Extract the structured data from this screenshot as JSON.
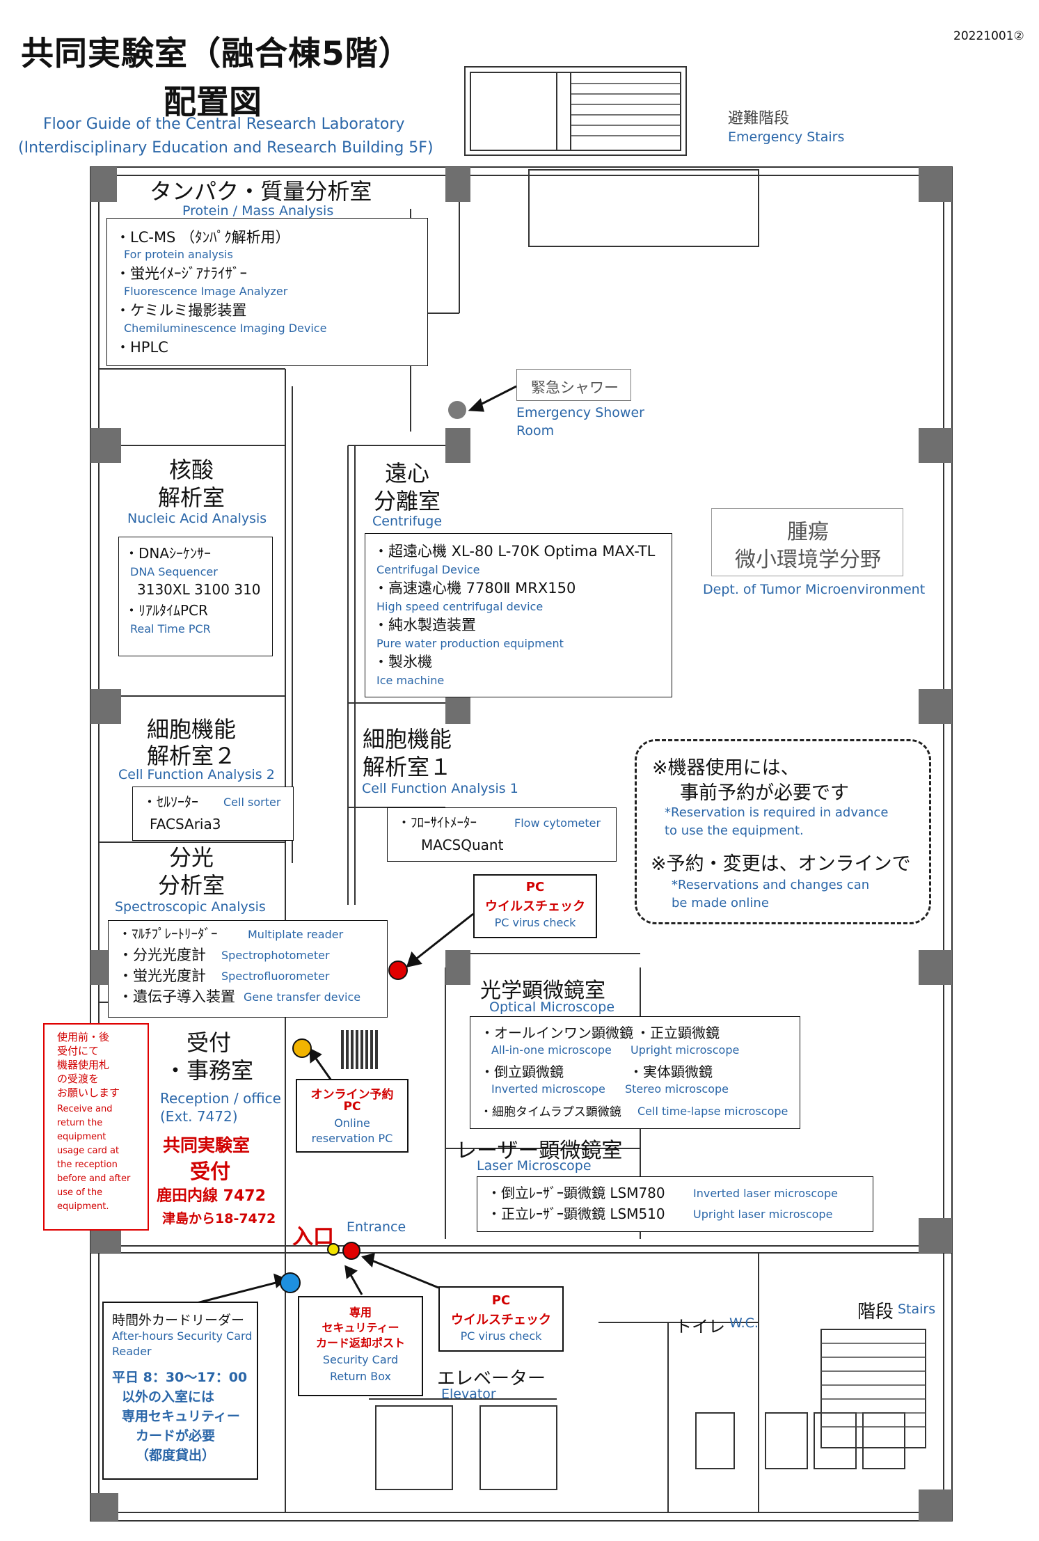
{
  "header": {
    "title_line1": "共同実験室（融合棟5階）",
    "title_line2": "配置図",
    "sub1": "Floor Guide of the Central Research Laboratory",
    "sub2": "(Interdisciplinary Education and Research Building 5F)",
    "doc_no": "20221001②"
  },
  "emergency_stairs": {
    "jp": "避難階段",
    "en": "Emergency Stairs"
  },
  "shower": {
    "jp": "緊急シャワー",
    "en1": "Emergency Shower",
    "en2": "Room"
  },
  "tumor": {
    "jp1": "腫瘍",
    "jp2": "微小環境学分野",
    "en": "Dept. of Tumor Microenvironment"
  },
  "protein": {
    "jp": "タンパク・質量分析室",
    "en": "Protein / Mass Analysis",
    "items": [
      {
        "jp": "・LC-MS （ﾀﾝﾊﾟｸ解析用）",
        "en": "For protein analysis"
      },
      {
        "jp": "・蛍光ｲﾒｰｼﾞｱﾅﾗｲｻﾞｰ",
        "en": "Fluorescence Image Analyzer"
      },
      {
        "jp": "・ケミルミ撮影装置",
        "en": "Chemiluminescence Imaging Device"
      },
      {
        "jp": "・HPLC",
        "en": ""
      }
    ]
  },
  "nucleic": {
    "jp1": "核酸",
    "jp2": "解析室",
    "en": "Nucleic Acid Analysis",
    "i1": "・DNAｼｰｹﾝｻｰ",
    "i1e": "DNA Sequencer",
    "i1m": "3130XL 3100 310",
    "i2": "・ﾘｱﾙﾀｲﾑPCR",
    "i2e": "Real Time PCR"
  },
  "centrifuge": {
    "jp1": "遠心",
    "jp2": "分離室",
    "en": "Centrifuge",
    "items": [
      {
        "jp": "・超遠心機 XL-80 L-70K Optima MAX-TL",
        "en": "Centrifugal Device"
      },
      {
        "jp": "・高速遠心機 7780Ⅱ MRX150",
        "en": "High speed centrifugal device"
      },
      {
        "jp": "・純水製造装置",
        "en": "Pure water production equipment"
      },
      {
        "jp": "・製氷機",
        "en": "Ice machine"
      }
    ]
  },
  "cell2": {
    "jp1": "細胞機能",
    "jp2": "解析室２",
    "en": "Cell Function Analysis 2",
    "i1": "・ｾﾙｿｰﾀｰ",
    "i1e": "Cell sorter",
    "i1m": "FACSAria3"
  },
  "cell1": {
    "jp1": "細胞機能",
    "jp2": "解析室１",
    "en": "Cell Function Analysis 1",
    "i1": "・ﾌﾛｰｻｲﾄﾒｰﾀｰ",
    "i1e": "Flow cytometer",
    "i1m": "MACSQuant"
  },
  "notice": {
    "l1": "※機器使用には、",
    "l2": "事前予約が必要です",
    "e1": "*Reservation is required in advance",
    "e2": "to use the equipment.",
    "l3": "※予約・変更は、オンラインで",
    "e3": "*Reservations and changes can",
    "e4": "be made online"
  },
  "spectro": {
    "jp1": "分光",
    "jp2": "分析室",
    "en": "Spectroscopic Analysis",
    "items": [
      {
        "jp": "・ﾏﾙﾁﾌﾟﾚｰﾄﾘｰﾀﾞｰ",
        "en": "Multiplate reader"
      },
      {
        "jp": "・分光光度計",
        "en": "Spectrophotometer"
      },
      {
        "jp": "・蛍光光度計",
        "en": "Spectrofluorometer"
      },
      {
        "jp": "・遺伝子導入装置",
        "en": "Gene transfer device"
      }
    ]
  },
  "pc_check_top": {
    "l1": "PC",
    "l2": "ウイルスチェック",
    "en": "PC virus check"
  },
  "optical": {
    "jp": "光学顕微鏡室",
    "en": "Optical Microscope",
    "a1": "・オールインワン顕微鏡",
    "a1e": "All-in-one microscope",
    "a2": "・正立顕微鏡",
    "a2e": "Upright microscope",
    "b1": "・倒立顕微鏡",
    "b1e": "Inverted microscope",
    "b2": "・実体顕微鏡",
    "b2e": "Stereo microscope",
    "c1": "・細胞タイムラプス顕微鏡",
    "c1e": "Cell time-lapse microscope"
  },
  "laser": {
    "jp": "レーザー顕微鏡室",
    "en": "Laser Microscope",
    "i1": "・倒立ﾚｰｻﾞｰ顕微鏡 LSM780",
    "i1e": "Inverted laser microscope",
    "i2": "・正立ﾚｰｻﾞｰ顕微鏡 LSM510",
    "i2e": "Upright laser microscope"
  },
  "reception": {
    "jp1": "受付",
    "jp2": "・事務室",
    "en1": "Reception / office",
    "en2": "(Ext. 7472)",
    "r1": "共同実験室",
    "r2": "受付",
    "r3": "鹿田内線 7472",
    "r4": "津島から18-7472"
  },
  "left_note": {
    "jp": [
      "使用前・後",
      "受付にて",
      "機器使用札",
      "の受渡を",
      "お願いします"
    ],
    "en": [
      "Receive and",
      "return the",
      "equipment",
      "usage card at",
      "the reception",
      "before and after",
      "use of the",
      "equipment."
    ]
  },
  "online_pc": {
    "l1": "オンライン予約",
    "l2": "PC",
    "e1": "Online",
    "e2": "reservation PC"
  },
  "entrance": {
    "jp": "入口",
    "en": "Entrance"
  },
  "after_hours": {
    "jp": "時間外カードリーダー",
    "en1": "After-hours Security Card",
    "en2": "Reader",
    "n1": "平日 8：30～17：00",
    "n2": "以外の入室には",
    "n3": "専用セキュリティー",
    "n4": "カードが必要",
    "n5": "（都度貸出）"
  },
  "return_box": {
    "l1": "専用",
    "l2": "セキュリティー",
    "l3": "カード返却ポスト",
    "e1": "Security Card",
    "e2": "Return Box"
  },
  "pc_check_bottom": {
    "l1": "PC",
    "l2": "ウイルスチェック",
    "en": "PC virus check"
  },
  "wc": {
    "jp": "トイレ",
    "en": "W.C."
  },
  "elevator": {
    "jp": "エレベーター",
    "en": "Elevator"
  },
  "stairs": {
    "jp": "階段",
    "en": "Stairs"
  },
  "colors": {
    "blue_text": "#2a66a8",
    "red_text": "#d10000",
    "marker_red": "#e00000",
    "marker_yellow": "#f2b400",
    "marker_blue": "#1e90e0",
    "marker_gray": "#7a7a7a"
  }
}
